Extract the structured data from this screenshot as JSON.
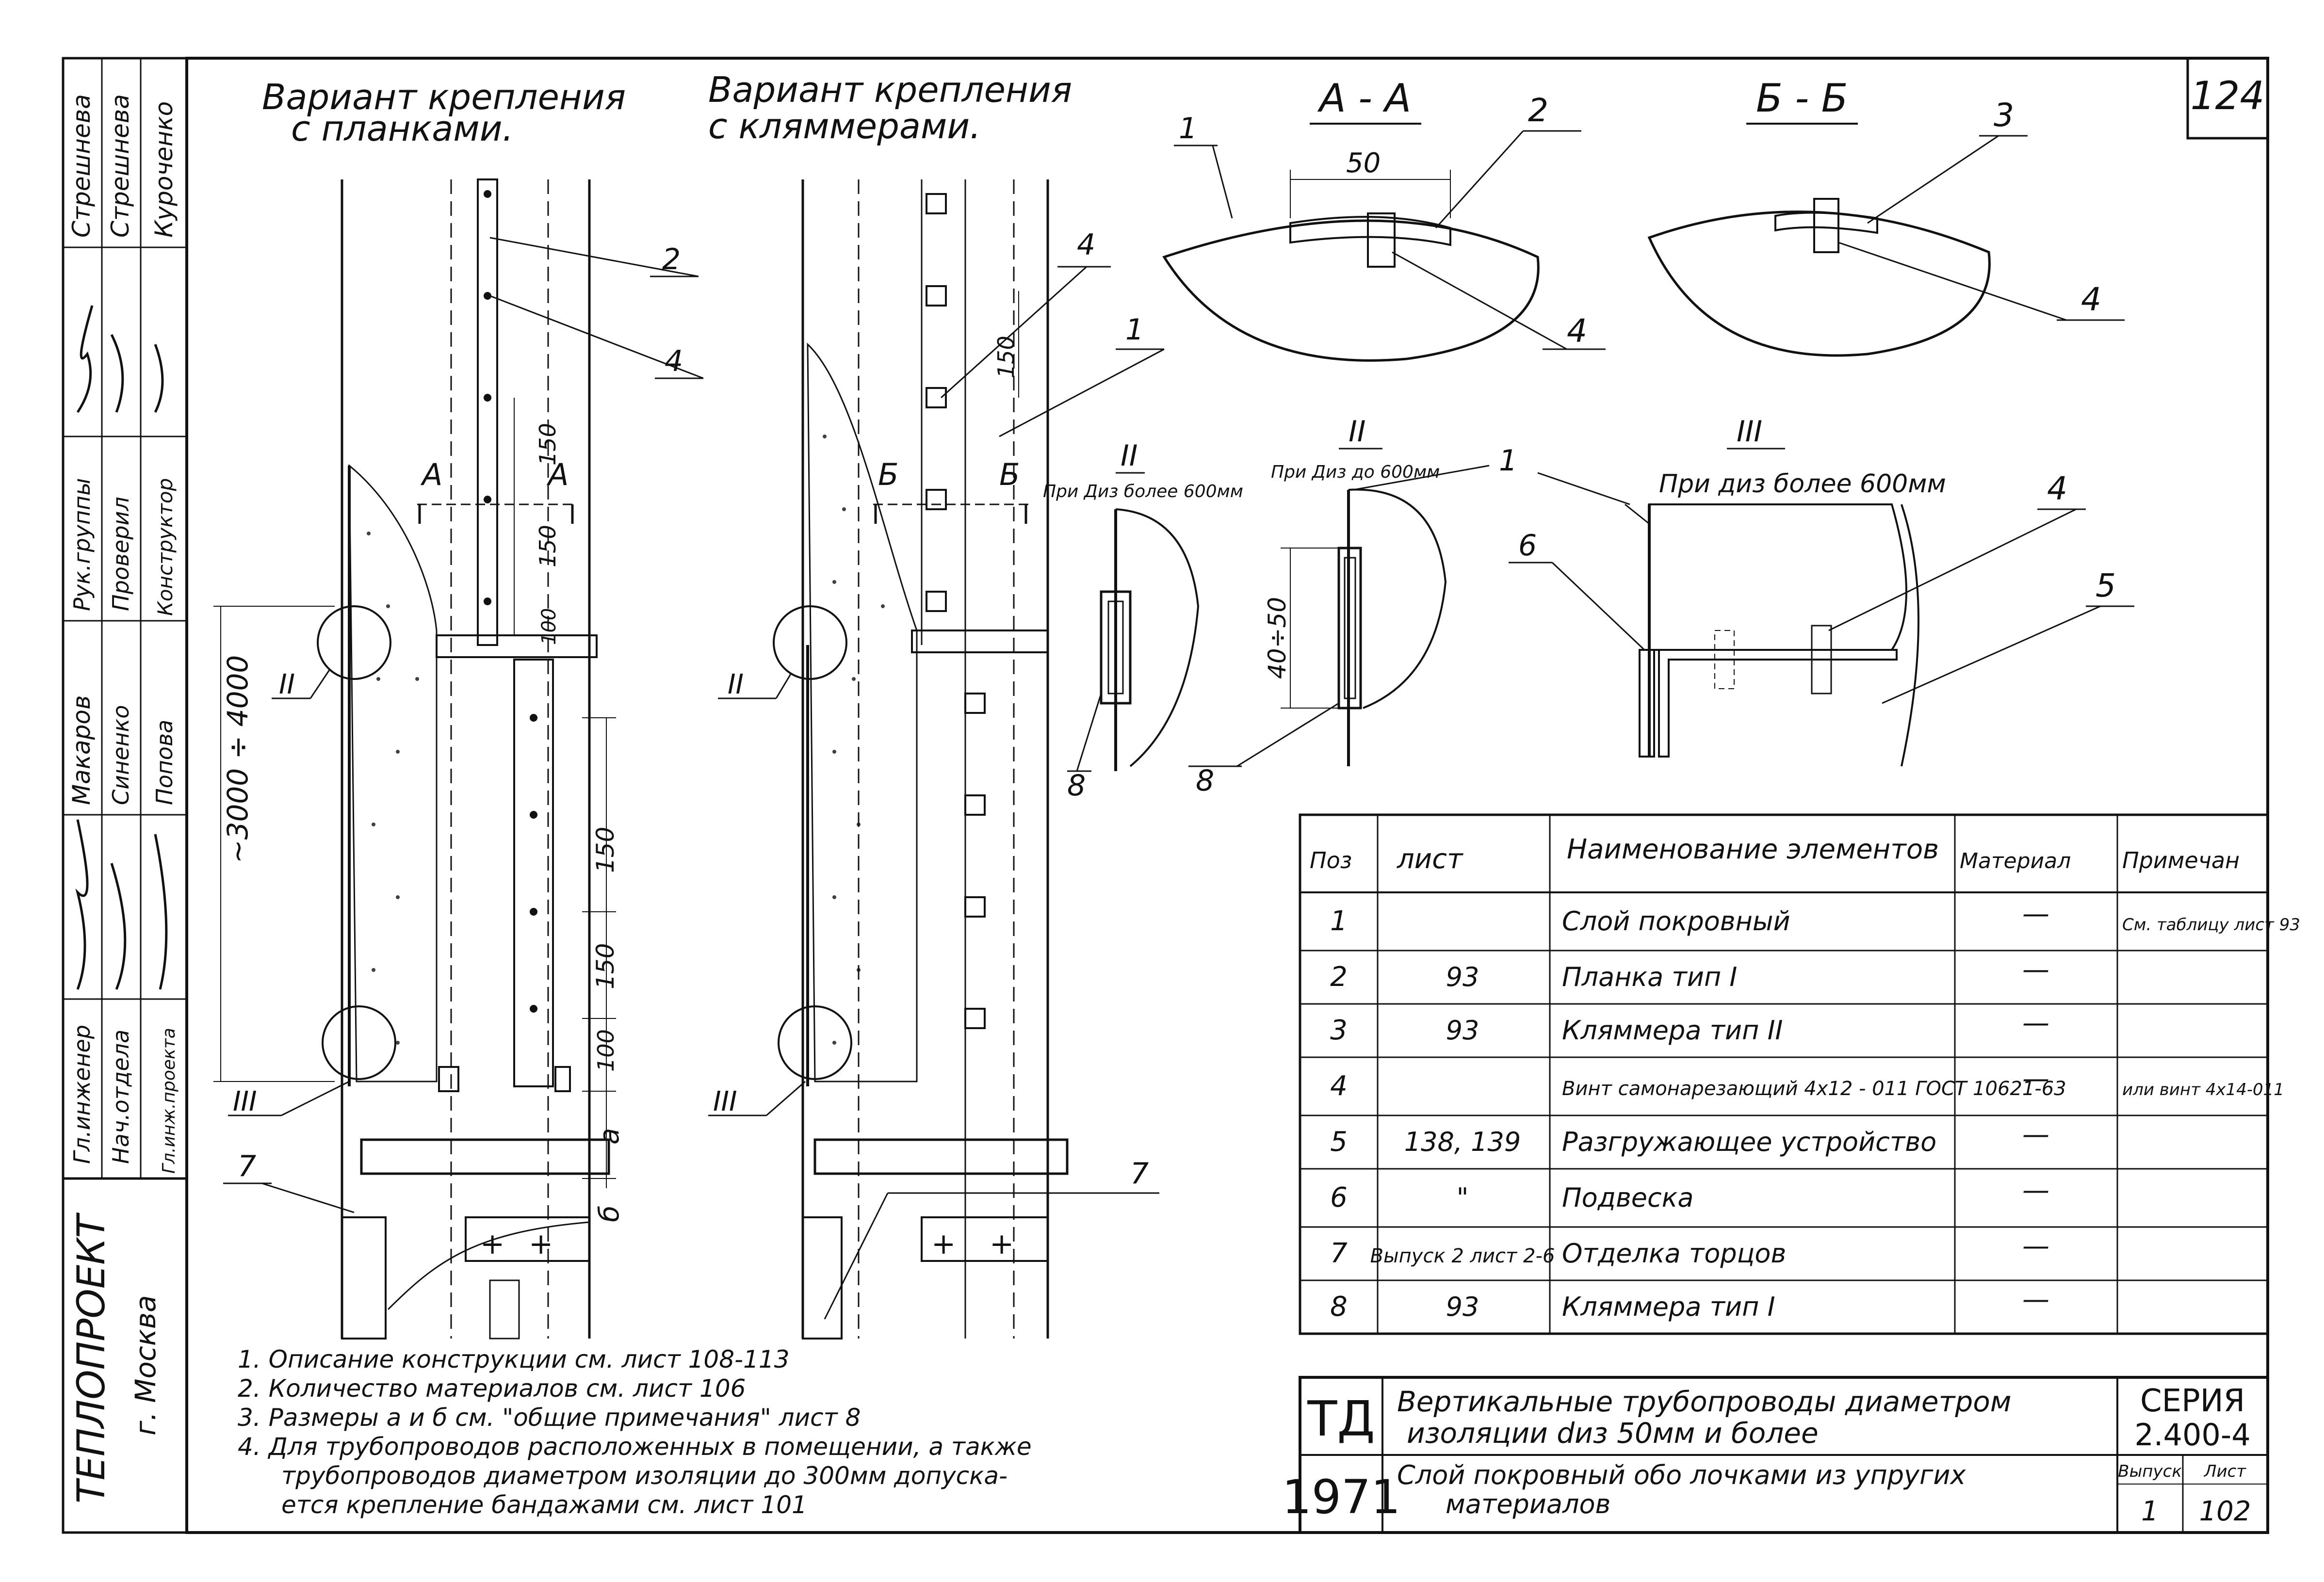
{
  "sheet_number": "124",
  "left_stamp": {
    "org": "ТЕПЛОПРОЕКТ",
    "city": "г. Москва",
    "roles": [
      "Гл.инженер",
      "Нач.отдела",
      "Гл.инж.проекта"
    ],
    "names_row1": [
      "Макаров",
      "Синенко",
      "Попова"
    ],
    "roles2": [
      "Рук.группы",
      "Проверил",
      "Конструктор"
    ],
    "names_row2": [
      "Стрешнева",
      "Стрешнева",
      "Куроченко"
    ]
  },
  "headings": {
    "variant1": [
      "Вариант крепления",
      "с планками."
    ],
    "variant2": [
      "Вариант крепления",
      "с кляммерами."
    ],
    "section_aa": "А - А",
    "section_bb": "Б - Б",
    "detail_ii_a": "II",
    "detail_ii_a_label": "При Диз более 600мм",
    "detail_ii_b": "II",
    "detail_ii_b_label": "При Диз до 600мм",
    "detail_iii": "III",
    "detail_iii_label": "При диз более 600мм"
  },
  "dimensions": {
    "d50": "50",
    "d150": "150",
    "d150b": "150",
    "d150c": "150",
    "d100": "100",
    "d150d": "150",
    "d150e": "150",
    "d100b": "100",
    "d_a": "а",
    "d_b": "б",
    "d_range": "~3000 ÷ 4000",
    "d_4050": "40÷50"
  },
  "callouts": [
    "1",
    "2",
    "3",
    "4",
    "5",
    "6",
    "7",
    "8",
    "II",
    "III",
    "А",
    "Б"
  ],
  "table": {
    "headers": [
      "Поз",
      "лист",
      "Наименование элементов",
      "Материал",
      "Примечан"
    ],
    "rows": [
      {
        "pos": "1",
        "sheet": "",
        "name": "Слой покровный",
        "material": "—",
        "note": "См. таблицу лист 93"
      },
      {
        "pos": "2",
        "sheet": "93",
        "name": "Планка тип I",
        "material": "—",
        "note": ""
      },
      {
        "pos": "3",
        "sheet": "93",
        "name": "Кляммера тип II",
        "material": "—",
        "note": ""
      },
      {
        "pos": "4",
        "sheet": "",
        "name": "Винт самонарезающий 4х12 - 011 ГОСТ 10621-63",
        "material": "—",
        "note": "или винт 4х14-011"
      },
      {
        "pos": "5",
        "sheet": "138, 139",
        "name": "Разгружающее устройство",
        "material": "—",
        "note": ""
      },
      {
        "pos": "6",
        "sheet": "\"",
        "name": "Подвеска",
        "material": "—",
        "note": ""
      },
      {
        "pos": "7",
        "sheet": "Выпуск 2 лист 2-6",
        "name": "Отделка торцов",
        "material": "—",
        "note": ""
      },
      {
        "pos": "8",
        "sheet": "93",
        "name": "Кляммера тип I",
        "material": "—",
        "note": ""
      }
    ]
  },
  "notes": [
    "1. Описание конструкции см. лист 108-113",
    "2. Количество материалов см. лист 106",
    "3. Размеры а и б см. \"общие примечания\" лист 8",
    "4. Для трубопроводов расположенных в помещении, а также",
    "трубопроводов диаметром изоляции до 300мм допуска-",
    "ется крепление бандажами см. лист 101"
  ],
  "title_block": {
    "td": "ТД",
    "year": "1971",
    "title_line1": "Вертикальные трубопроводы диаметром",
    "title_line2": "изоляции dиз 50мм и более",
    "subtitle_line1": "Слой покровный обо лочками из упругих",
    "subtitle_line2": "материалов",
    "series_label": "СЕРИЯ",
    "series_value": "2.400-4",
    "issue_label": "Выпуск",
    "sheet_label": "Лист",
    "issue_value": "1",
    "sheet_value": "102"
  }
}
